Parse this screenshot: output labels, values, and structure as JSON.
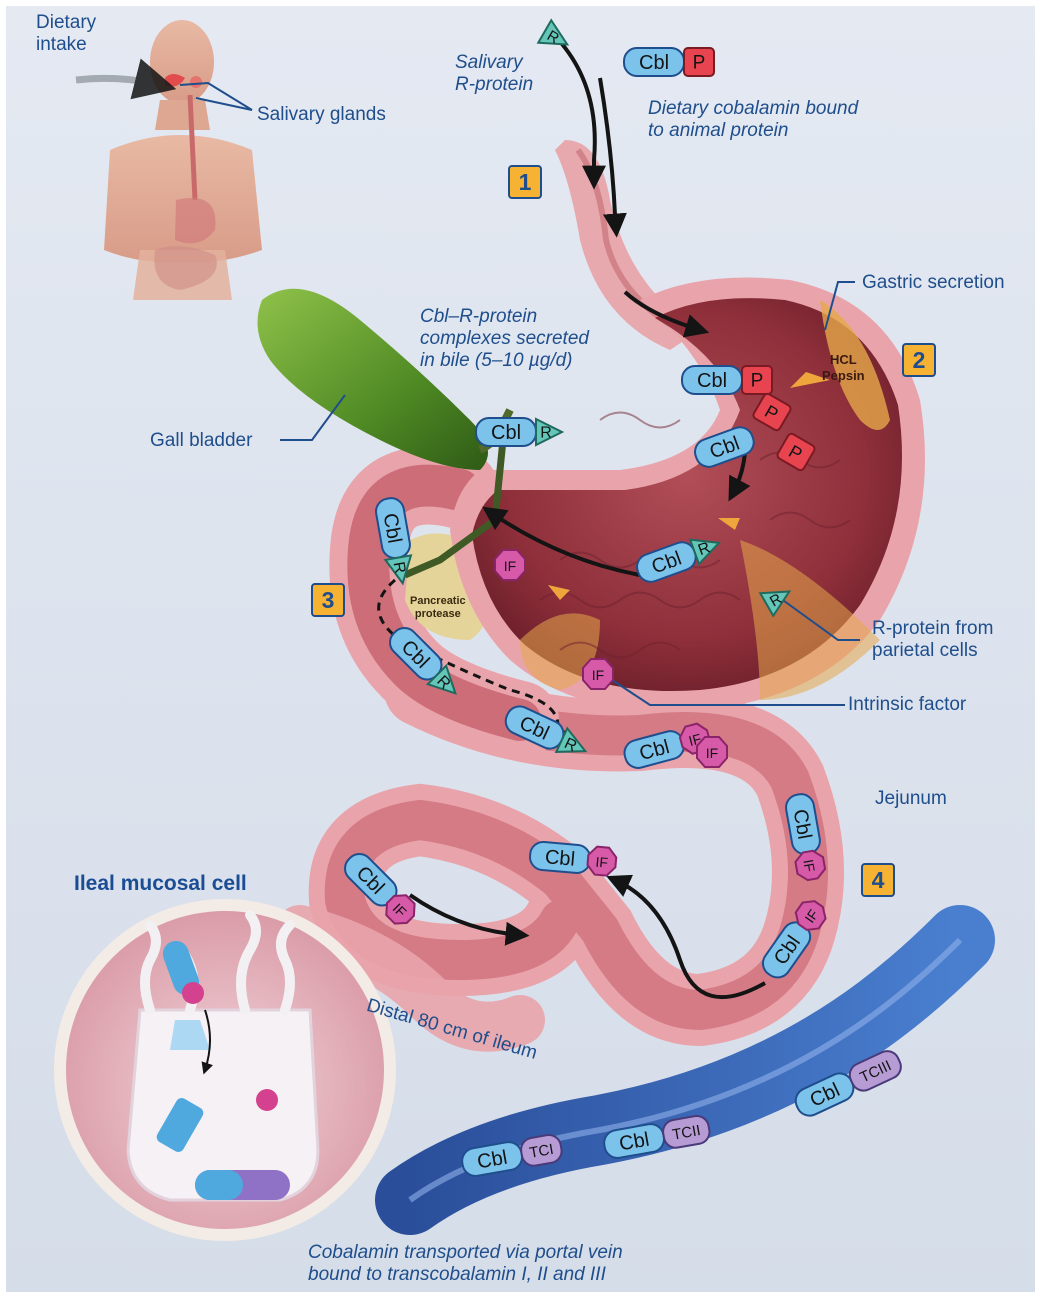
{
  "labels": {
    "dietary_intake": "Dietary\nintake",
    "salivary_glands": "Salivary glands",
    "salivary_r_protein": "Salivary\nR-protein",
    "dietary_cobalamin": "Dietary cobalamin bound\nto animal protein",
    "gastric_secretion": "Gastric secretion",
    "hcl_pepsin": "HCL\nPepsin",
    "cbl_r_bile": "Cbl–R-protein\ncomplexes secreted\nin bile (5–10 µg/d)",
    "gall_bladder": "Gall bladder",
    "pancreatic_protease": "Pancreatic\nprotease",
    "r_protein_parietal": "R-protein from\nparietal cells",
    "intrinsic_factor": "Intrinsic factor",
    "jejunum": "Jejunum",
    "ileal_mucosal_cell": "Ileal mucosal cell",
    "distal_ileum": "Distal 80 cm of ileum",
    "cobalamin_transport": "Cobalamin transported via portal vein\nbound to transcobalamin I, II and III"
  },
  "steps": [
    "1",
    "2",
    "3",
    "4"
  ],
  "tokens": {
    "cbl": "Cbl",
    "p": "P",
    "r": "R",
    "if": "IF",
    "tci": "TCI",
    "tcii": "TCII",
    "tciii": "TCIII"
  },
  "colors": {
    "label_blue": "#1f4e8c",
    "background": "#dde4ef",
    "cbl_blue": "#7cc3ec",
    "p_red": "#e8444f",
    "r_teal": "#63c6b8",
    "if_magenta": "#d75aa8",
    "tc_purple": "#b69bd4",
    "step_orange": "#f6b233",
    "tissue_pink": "#e8a3a8",
    "vein_blue": "#3b66b8"
  }
}
